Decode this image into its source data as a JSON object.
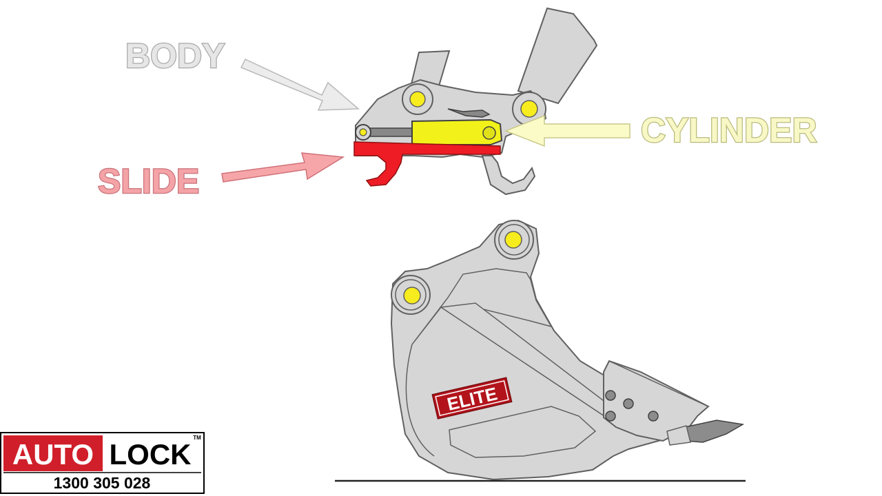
{
  "labels": {
    "body": "BODY",
    "cylinder": "CYLINDER",
    "slide": "SLIDE",
    "bucket_brand": "ELITE"
  },
  "logo": {
    "word1": "AUTO",
    "word2": "LOCK",
    "trademark": "TM",
    "phone": "1300 305 028"
  },
  "colors": {
    "body_gray": "#d6d6d6",
    "outline": "#606060",
    "cylinder_yellow": "#f2f21a",
    "slide_red": "#ee1c25",
    "pin_yellow": "#f7ec1d",
    "logo_red": "#d01f2a",
    "elite_red": "#b3141c"
  }
}
